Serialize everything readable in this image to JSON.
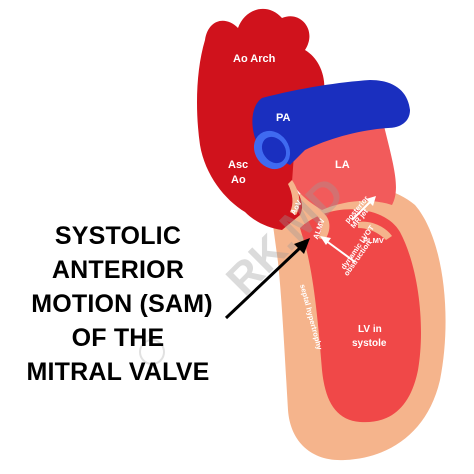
{
  "labels": {
    "ao_arch": "Ao Arch",
    "pa": "PA",
    "la": "LA",
    "asc_ao_1": "Asc",
    "asc_ao_2": "Ao",
    "aov": "AoV",
    "almv": "ALMV",
    "plmv": "PLMV",
    "posterior_mr_jet_1": "posterior",
    "posterior_mr_jet_2": "MR jet",
    "lvot_1": "dynamic LVOT",
    "lvot_2": "obstruction",
    "septal": "septal hypertrophy",
    "lv_1": "LV in",
    "lv_2": "systole"
  },
  "caption_lines": [
    "SYSTOLIC",
    "ANTERIOR",
    "MOTION (SAM)",
    "OF THE",
    "MITRAL VALVE"
  ],
  "watermark": "RK.MD",
  "colors": {
    "aorta": "#d0121c",
    "pulmonary_artery": "#1a2fbf",
    "pa_opening": "#3f6af0",
    "left_atrium": "#f25b5b",
    "ventricle_wall": "#f5b48c",
    "ventricle_cavity": "#f04848",
    "caption": "#000000"
  }
}
